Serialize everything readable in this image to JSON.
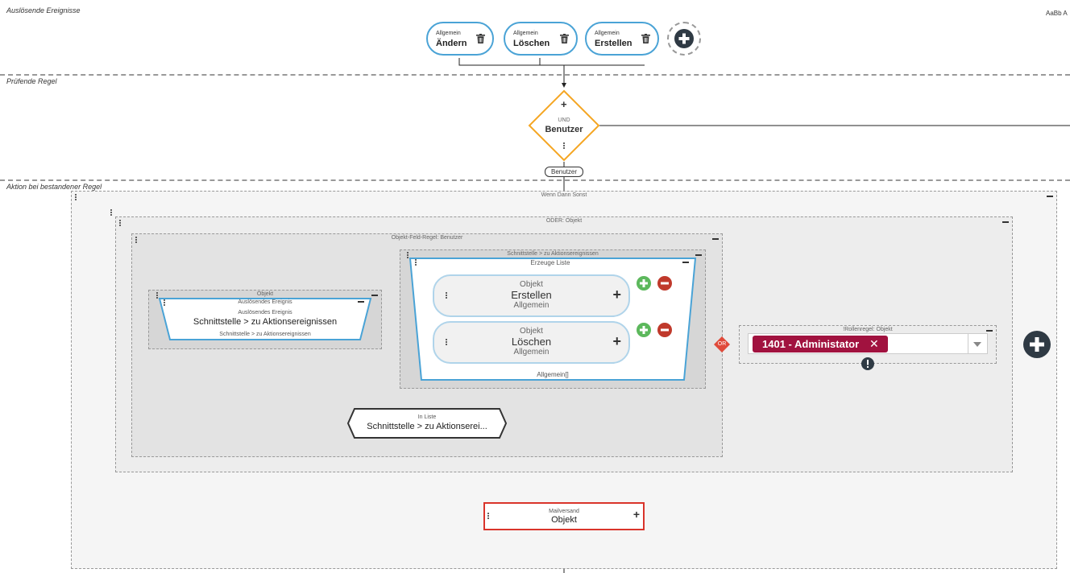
{
  "sections": {
    "triggers": "Auslösende Ereignisse",
    "check": "Prüfende Regel",
    "action": "Aktion bei bestandener Regel"
  },
  "top_right_text": "AaBb A",
  "triggers": [
    {
      "small": "Allgemein",
      "label": "Ändern"
    },
    {
      "small": "Allgemein",
      "label": "Löschen"
    },
    {
      "small": "Allgemein",
      "label": "Erstellen"
    }
  ],
  "rule": {
    "small": "UND",
    "label": "Benutzer",
    "badge": "Benutzer"
  },
  "containers": {
    "wenn": "Wenn Dann Sonst",
    "oder": "ODER: Objekt",
    "feldregel": "Objekt-Feld-Regel: Benutzer",
    "objekt": "Objekt",
    "schnitt": "Schnittstelle > zu Aktionsereignissen",
    "rollen": "!Rollenregel: Objekt"
  },
  "event_card": {
    "top": "Auslösendes Ereignis",
    "small": "Auslösendes Ereignis",
    "label": "Schnittstelle > zu Aktionsereignissen",
    "bottom": "Schnittstelle > zu Aktionsereignissen"
  },
  "list_box": {
    "title": "Erzeuge Liste",
    "footer": "Allgemein[]",
    "items": [
      {
        "top": "Objekt",
        "label": "Erstellen",
        "bottom": "Allgemein"
      },
      {
        "top": "Objekt",
        "label": "Löschen",
        "bottom": "Allgemein"
      }
    ]
  },
  "in_liste": {
    "small": "In Liste",
    "label": "Schnittstelle > zu Aktionserei..."
  },
  "or_label": "OR",
  "role_tag": "1401 - Administator",
  "mail": {
    "small": "Mailversand",
    "label": "Objekt"
  },
  "colors": {
    "accent_blue": "#4aa3d6",
    "rule_orange": "#f5a623",
    "or_red": "#e04a3a",
    "mail_red": "#d9342b",
    "tag_maroon": "#a1123f",
    "plus_green": "#5cb85c",
    "minus_red": "#c0392b",
    "dark_circle": "#2f3a44"
  }
}
